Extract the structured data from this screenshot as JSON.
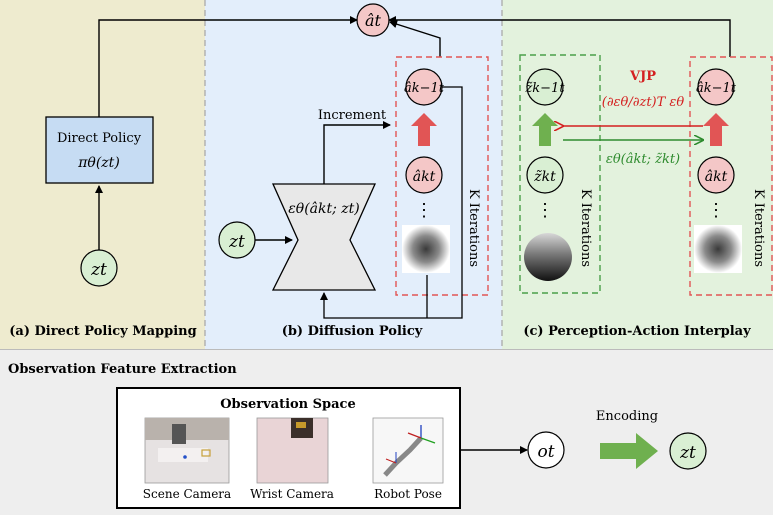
{
  "panels": {
    "a": {
      "label": "(a) Direct Policy Mapping",
      "box_title": "Direct Policy",
      "box_formula": "πθ(zt)",
      "input": "zt"
    },
    "b": {
      "label": "(b) Diffusion Policy",
      "increment": "Increment",
      "denoiser": "εθ(âkt; zt)",
      "input": "zt",
      "iterations": "K Iterations",
      "top_node": "âk−1t",
      "bottom_node": "âkt",
      "dots": "⋮"
    },
    "c": {
      "label": "(c) Perception-Action Interplay",
      "vjp": "VJP",
      "vjp_formula": "(∂εθ/∂zt)T εθ",
      "green_formula": "εθ(âkt; z̃kt)",
      "left_top": "z̃k−1t",
      "left_bottom": "z̃kt",
      "right_top": "âk−1t",
      "right_bottom": "âkt",
      "left_iterations": "K Iterations",
      "right_iterations": "K Iterations",
      "dots": "⋮"
    },
    "output": "ât"
  },
  "observation": {
    "section_title": "Observation Feature Extraction",
    "space_title": "Observation Space",
    "images": [
      {
        "caption": "Scene Camera"
      },
      {
        "caption": "Wrist Camera"
      },
      {
        "caption": "Robot Pose"
      }
    ],
    "obs_node": "ot",
    "encoding": "Encoding",
    "latent_node": "zt"
  },
  "colors": {
    "panel_a_bg": "#eeebcf",
    "panel_b_bg": "#e3eefb",
    "panel_c_bg": "#e3f2dd",
    "bottom_bg": "#eeeeee",
    "pink_node": "#f4c7c7",
    "green_node": "#d9efd3",
    "policy_box": "#c6dcf3",
    "red": "#d42020",
    "green": "#2e8b2e",
    "arrow_green": "#6fb04f",
    "arrow_red": "#e15555"
  }
}
